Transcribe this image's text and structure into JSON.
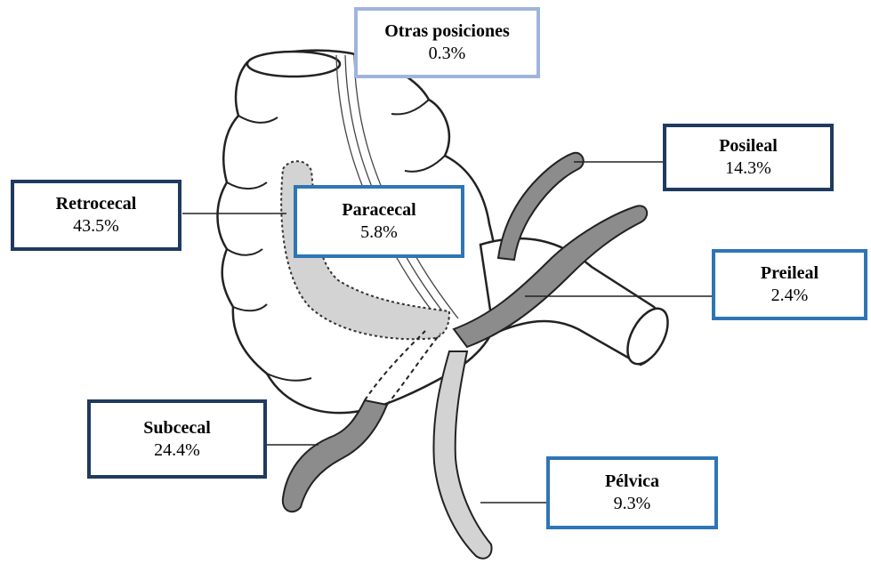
{
  "colors": {
    "outline": "#222222",
    "organ_fill": "#ffffff",
    "appendix_dark": "#8c8c8c",
    "appendix_light": "#d3d3d3",
    "box_dark": "#1f3a5f",
    "box_mid": "#2e75b6",
    "box_light": "#9fb4dd"
  },
  "labels": {
    "otras": {
      "name": "Otras posiciones",
      "value": "0.3%"
    },
    "posileal": {
      "name": "Posileal",
      "value": "14.3%"
    },
    "retrocecal": {
      "name": "Retrocecal",
      "value": "43.5%"
    },
    "paracecal": {
      "name": "Paracecal",
      "value": "5.8%"
    },
    "preileal": {
      "name": "Preileal",
      "value": "2.4%"
    },
    "subcecal": {
      "name": "Subcecal",
      "value": "24.4%"
    },
    "pelvica": {
      "name": "Pélvica",
      "value": "9.3%"
    }
  }
}
